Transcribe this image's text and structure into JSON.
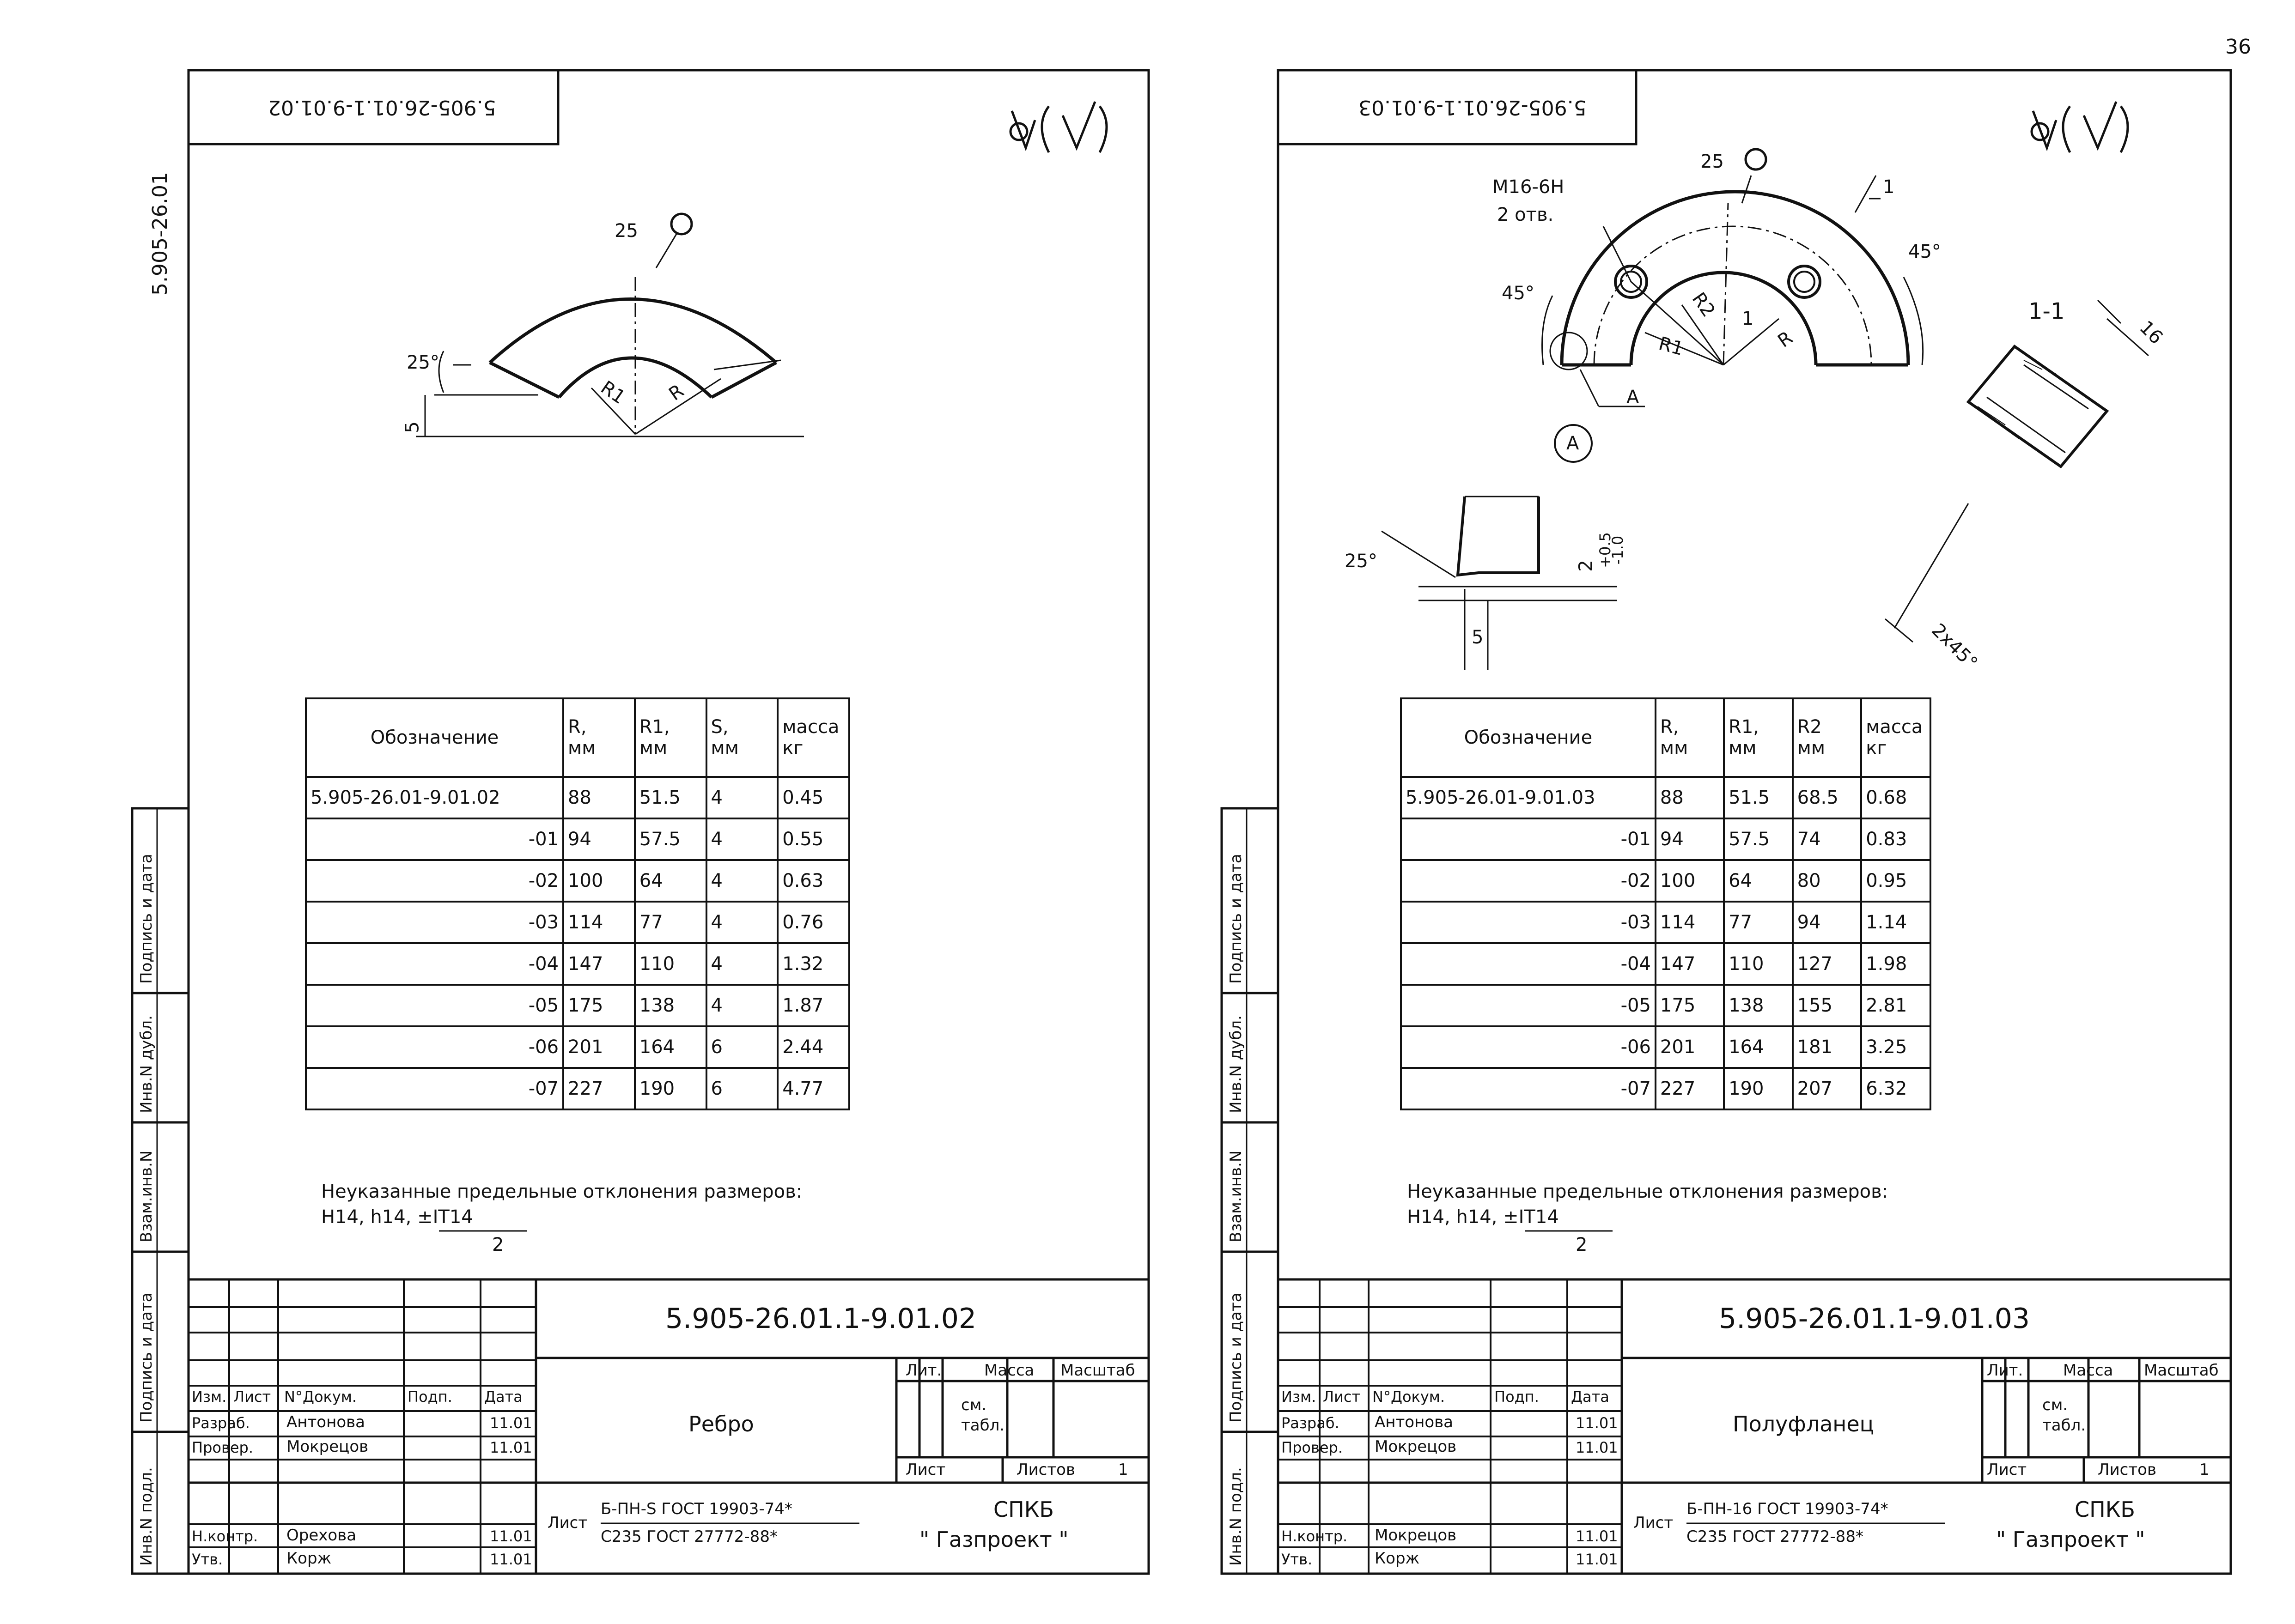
{
  "page_number": "36",
  "sheets": [
    {
      "rotated_code": "5.905-26.01.1-9.01.02",
      "side_code": "5.905-26.01",
      "dims": {
        "d25": "25",
        "angle": "25°",
        "d5": "5",
        "R1": "R1",
        "R": "R"
      },
      "table": {
        "headers": [
          "Обозначение",
          "R,\nмм",
          "R1,\nмм",
          "S,\nмм",
          "масса\nкг"
        ],
        "rows": [
          [
            "5.905-26.01-9.01.02",
            "88",
            "51.5",
            "4",
            "0.45"
          ],
          [
            "-01",
            "94",
            "57.5",
            "4",
            "0.55"
          ],
          [
            "-02",
            "100",
            "64",
            "4",
            "0.63"
          ],
          [
            "-03",
            "114",
            "77",
            "4",
            "0.76"
          ],
          [
            "-04",
            "147",
            "110",
            "4",
            "1.32"
          ],
          [
            "-05",
            "175",
            "138",
            "4",
            "1.87"
          ],
          [
            "-06",
            "201",
            "164",
            "6",
            "2.44"
          ],
          [
            "-07",
            "227",
            "190",
            "6",
            "4.77"
          ]
        ]
      },
      "note_line1": "Неуказанные предельные отклонения размеров:",
      "note_line2": "Н14, h14, ±IT14",
      "note_line3": "2",
      "title_block": {
        "code": "5.905-26.01.1-9.01.02",
        "name": "Ребро",
        "hdr": [
          "Изм.",
          "Лист",
          "N°Докум.",
          "Подп.",
          "Дата"
        ],
        "people": [
          [
            "Разраб.",
            "Антонова",
            "11.01"
          ],
          [
            "Провер.",
            "Мокрецов",
            "11.01"
          ],
          [
            "Н.контр.",
            "Орехова",
            "11.01"
          ],
          [
            "Утв.",
            "Корж",
            "11.01"
          ]
        ],
        "lit": "Лит.",
        "massa": "Масса",
        "masshtab": "Масштаб",
        "see_table": "см.\nтабл.",
        "list": "Лист",
        "listov": "Листов",
        "listov_n": "1",
        "material_label": "Лист",
        "material1": "Б-ПН-S ГОСТ 19903-74*",
        "material2": "С235 ГОСТ 27772-88*",
        "org1": "СПКБ",
        "org2": "\" Газпроект \""
      }
    },
    {
      "rotated_code": "5.905-26.01.1-9.01.03",
      "dims": {
        "thread": "М16-6Н",
        "holes": "2 отв.",
        "d25": "25",
        "sec": "1",
        "a45l": "45°",
        "a45r": "45°",
        "R1": "R1",
        "R2": "R2",
        "R": "R",
        "A": "А",
        "circleA": "А",
        "angle": "25°",
        "tol": "2",
        "tol_up": "+0.5",
        "tol_dn": "-1.0",
        "d5": "5",
        "s11": "1-1",
        "d16": "16",
        "chamfer": "2х45°"
      },
      "table": {
        "headers": [
          "Обозначение",
          "R,\nмм",
          "R1,\nмм",
          "R2\nмм",
          "масса\nкг"
        ],
        "rows": [
          [
            "5.905-26.01-9.01.03",
            "88",
            "51.5",
            "68.5",
            "0.68"
          ],
          [
            "-01",
            "94",
            "57.5",
            "74",
            "0.83"
          ],
          [
            "-02",
            "100",
            "64",
            "80",
            "0.95"
          ],
          [
            "-03",
            "114",
            "77",
            "94",
            "1.14"
          ],
          [
            "-04",
            "147",
            "110",
            "127",
            "1.98"
          ],
          [
            "-05",
            "175",
            "138",
            "155",
            "2.81"
          ],
          [
            "-06",
            "201",
            "164",
            "181",
            "3.25"
          ],
          [
            "-07",
            "227",
            "190",
            "207",
            "6.32"
          ]
        ]
      },
      "note_line1": "Неуказанные предельные отклонения размеров:",
      "note_line2": "Н14, h14, ±IT14",
      "note_line3": "2",
      "title_block": {
        "code": "5.905-26.01.1-9.01.03",
        "name": "Полуфланец",
        "hdr": [
          "Изм.",
          "Лист",
          "N°Докум.",
          "Подп.",
          "Дата"
        ],
        "people": [
          [
            "Разраб.",
            "Антонова",
            "11.01"
          ],
          [
            "Провер.",
            "Мокрецов",
            "11.01"
          ],
          [
            "Н.контр.",
            "Мокрецов",
            "11.01"
          ],
          [
            "Утв.",
            "Корж",
            "11.01"
          ]
        ],
        "lit": "Лит.",
        "massa": "Масса",
        "masshtab": "Масштаб",
        "see_table": "см.\nтабл.",
        "list": "Лист",
        "listov": "Листов",
        "listov_n": "1",
        "material_label": "Лист",
        "material1": "Б-ПН-16 ГОСТ 19903-74*",
        "material2": "С235 ГОСТ 27772-88*",
        "org1": "СПКБ",
        "org2": "\" Газпроект \""
      }
    }
  ],
  "side_stamps": [
    "Инв.N подл.",
    "Подпись и дата",
    "Взам.инв.N",
    "Инв.N дубл.",
    "Подпись и дата"
  ]
}
